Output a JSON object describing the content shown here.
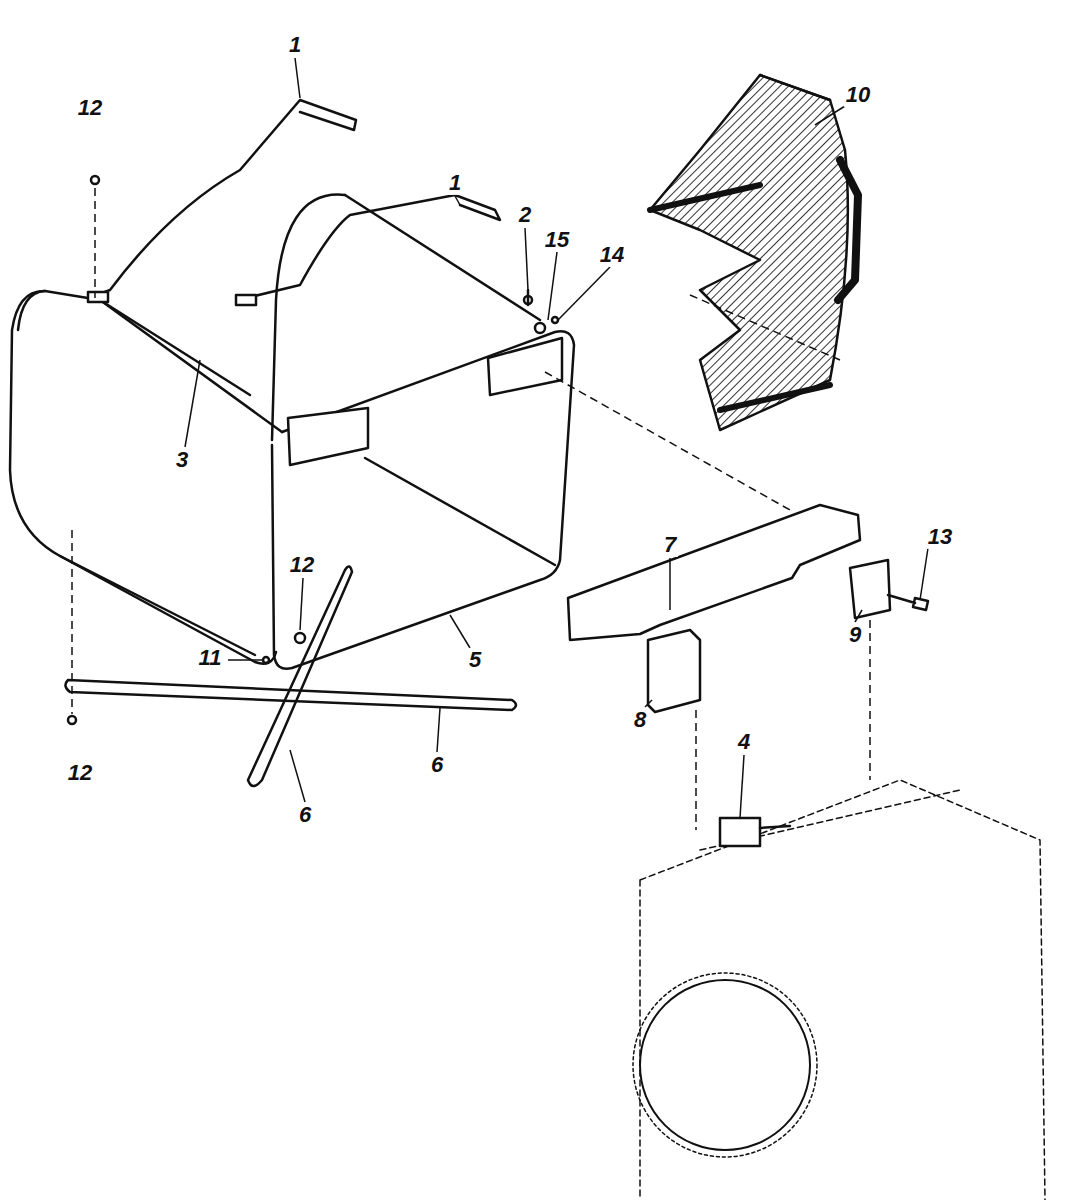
{
  "diagram": {
    "labels": [
      "1",
      "12",
      "1",
      "10",
      "2",
      "15",
      "14",
      "3",
      "13",
      "7",
      "12",
      "11",
      "5",
      "9",
      "8",
      "4",
      "12",
      "6",
      "6"
    ]
  }
}
